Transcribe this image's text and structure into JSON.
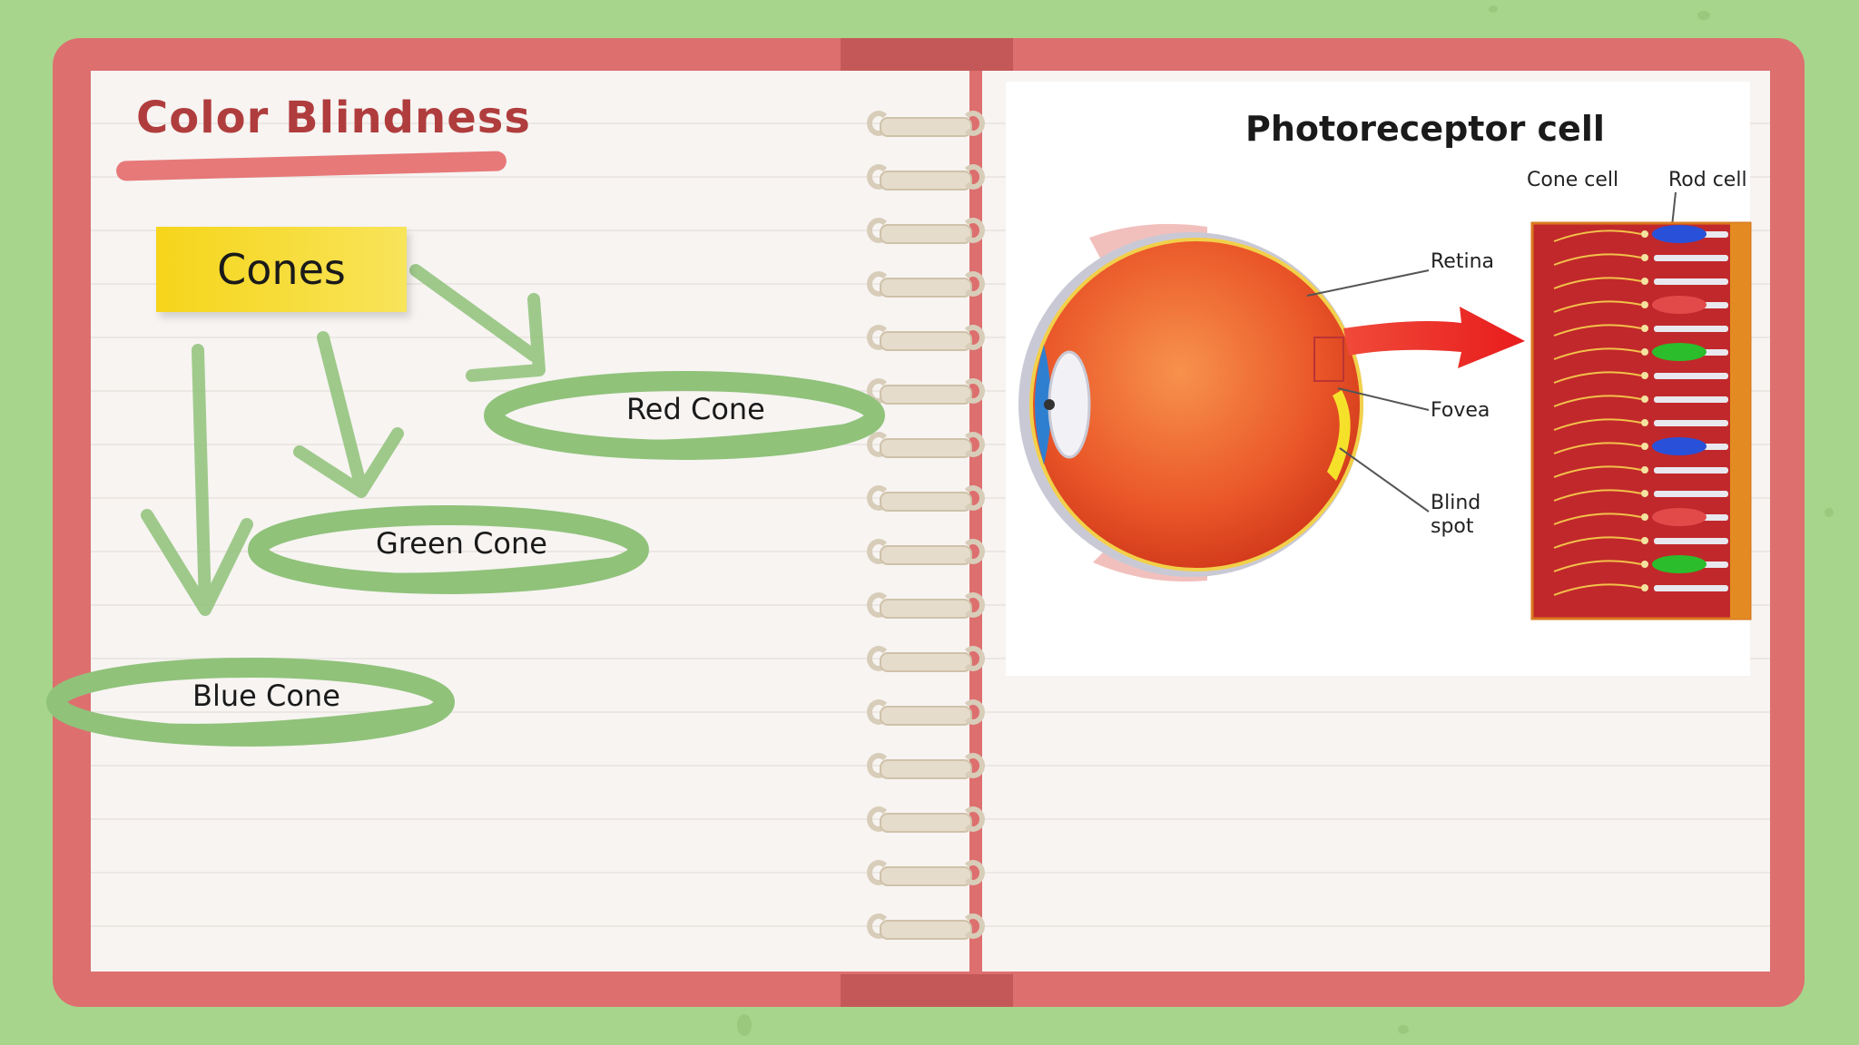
{
  "slide": {
    "title": "Color Blindness",
    "cones_label": "Cones",
    "cone_types": [
      {
        "label": "Red Cone"
      },
      {
        "label": "Green Cone"
      },
      {
        "label": "Blue Cone"
      }
    ]
  },
  "diagram": {
    "title": "Photoreceptor cell",
    "labels": {
      "retina": "Retina",
      "fovea": "Fovea",
      "blind_spot_line1": "Blind",
      "blind_spot_line2": "spot",
      "cone_cell": "Cone cell",
      "rod_cell": "Rod cell"
    }
  },
  "colors": {
    "background": "#a8d58c",
    "notebook": "#dd6f6f",
    "title": "#b03d3d",
    "note": "#f6d51a",
    "highlight": "#90c27a"
  }
}
